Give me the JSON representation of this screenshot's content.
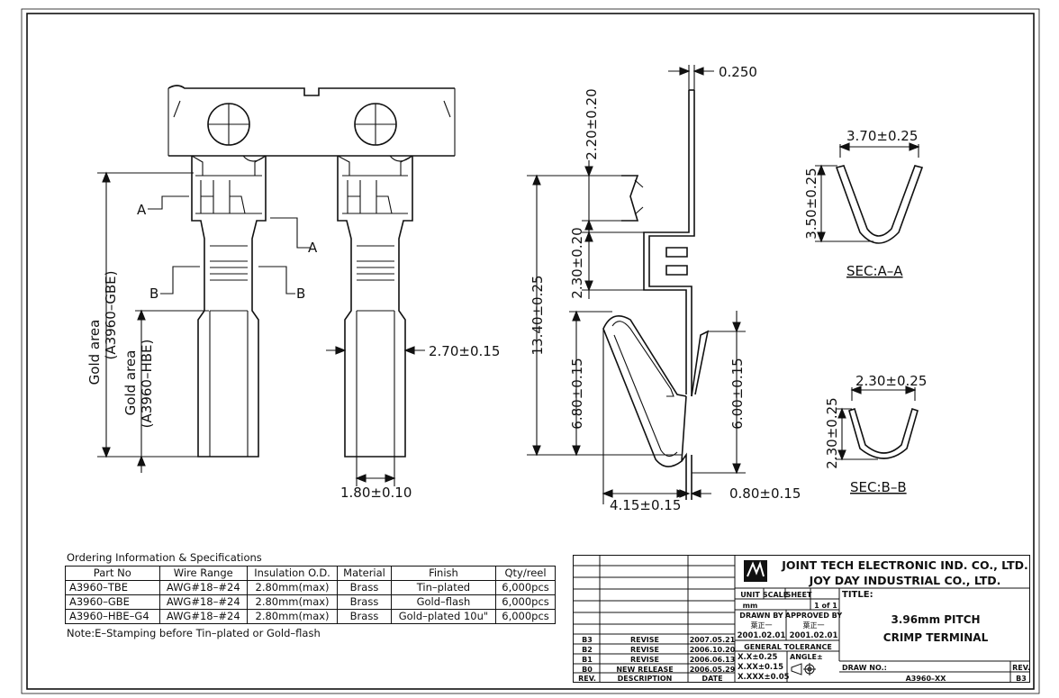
{
  "dims": {
    "thickness": "0.250",
    "d220": "2.20±0.20",
    "d230": "2.30±0.20",
    "d1340": "13.40±0.25",
    "d680": "6.80±0.15",
    "d600": "6.00±0.15",
    "d415": "4.15±0.15",
    "d080": "0.80±0.15",
    "d270": "2.70±0.15",
    "d180": "1.80±0.10",
    "secA_w": "3.70±0.25",
    "secA_h": "3.50±0.25",
    "secB_w": "2.30±0.25",
    "secB_h": "2.30±0.25"
  },
  "sections": {
    "a": "SEC:A–A",
    "b": "SEC:B–B"
  },
  "markers": {
    "a": "A",
    "b": "B"
  },
  "gold": {
    "gbe_1": "Gold area",
    "gbe_2": "(A3960–GBE)",
    "hbe_1": "Gold area",
    "hbe_2": "(A3960–HBE)"
  },
  "ordering": {
    "title": "Ordering Information & Specifications",
    "headers": [
      "Part No",
      "Wire Range",
      "Insulation O.D.",
      "Material",
      "Finish",
      "Qty/reel"
    ],
    "rows": [
      [
        "A3960–TBE",
        "AWG#18–#24",
        "2.80mm(max)",
        "Brass",
        "Tin–plated",
        "6,000pcs"
      ],
      [
        "A3960–GBE",
        "AWG#18–#24",
        "2.80mm(max)",
        "Brass",
        "Gold–flash",
        "6,000pcs"
      ],
      [
        "A3960–HBE–G4",
        "AWG#18–#24",
        "2.80mm(max)",
        "Brass",
        "Gold–plated 10u\"",
        "6,000pcs"
      ]
    ],
    "note": "Note:E–Stamping before Tin–plated or Gold–flash"
  },
  "titleblock": {
    "company1": "JOINT TECH ELECTRONIC IND. CO., LTD.",
    "company2": "JOY DAY INDUSTRIAL CO., LTD.",
    "unit_label": "UNIT",
    "scale_label": "SCALE",
    "sheet_label": "SHEET",
    "unit_value": "mm",
    "sheet_value": "1 of 1",
    "title_label": "TITLE:",
    "title1": "3.96mm PITCH",
    "title2": "CRIMP TERMINAL",
    "drawn_label": "DRAWN BY",
    "approved_label": "APPROVED BY",
    "drawn_name": "葉正一",
    "approved_name": "葉正一",
    "drawn_date": "2001.02.01",
    "approved_date": "2001.02.01",
    "tol_label": "GENERAL TOLERANCE",
    "tol1": "X.X±0.25",
    "tol2": "X.XX±0.15",
    "tol3": "X.XXX±0.05",
    "angle_label": "ANGLE±",
    "drawno_label": "DRAW NO.:",
    "drawno_value": "A3960–XX",
    "rev_label": "REV.",
    "rev_value": "B3",
    "rev_header": "REV.",
    "desc_header": "DESCRIPTION",
    "date_header": "DATE",
    "revisions": [
      {
        "rev": "B3",
        "desc": "REVISE",
        "date": "2007.05.21"
      },
      {
        "rev": "B2",
        "desc": "REVISE",
        "date": "2006.10.20"
      },
      {
        "rev": "B1",
        "desc": "REVISE",
        "date": "2006.06.13"
      },
      {
        "rev": "B0",
        "desc": "NEW RELEASE",
        "date": "2006.05.29"
      }
    ]
  }
}
